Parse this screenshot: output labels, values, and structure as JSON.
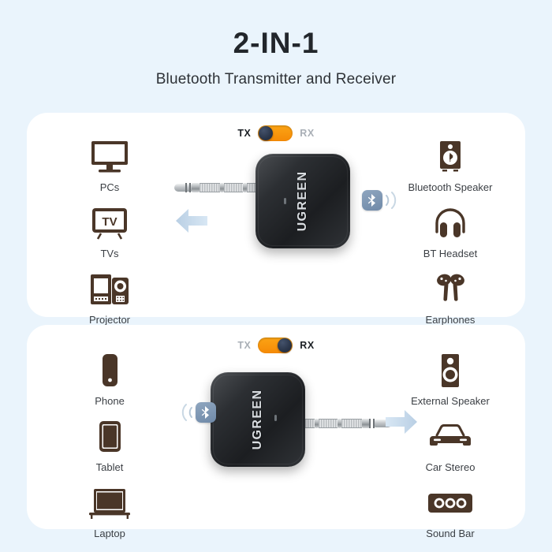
{
  "header": {
    "title": "2-IN-1",
    "subtitle": "Bluetooth Transmitter and Receiver"
  },
  "colors": {
    "page_background": "#eaf4fc",
    "panel_background": "#ffffff",
    "icon_brown": "#4a3628",
    "toggle_track_orange": "#f58a06",
    "toggle_knob_navy": "#2a3549",
    "bluetooth_blue": "#6f89a8",
    "arrow_blue_grey": "#c6d9ea",
    "title_text": "#22262b",
    "caption_text": "#3b3f44"
  },
  "panels": [
    {
      "id": "tx",
      "mode": "TX",
      "toggle": {
        "left_label": "TX",
        "right_label": "RX",
        "active_label": "TX",
        "knob_position": "left"
      },
      "device": {
        "brand": "UGREEN",
        "cable_side": "left",
        "arrow_direction": "left",
        "bluetooth_side": "right"
      },
      "sources": [
        {
          "label": "PCs",
          "icon": "monitor-icon"
        },
        {
          "label": "TVs",
          "icon": "tv-icon",
          "screen_text": "TV"
        },
        {
          "label": "Projector",
          "icon": "projector-camera-icon"
        }
      ],
      "outputs": [
        {
          "label": "Bluetooth Speaker",
          "icon": "bluetooth-speaker-icon"
        },
        {
          "label": "BT Headset",
          "icon": "headset-icon"
        },
        {
          "label": "Earphones",
          "icon": "earbuds-icon"
        }
      ]
    },
    {
      "id": "rx",
      "mode": "RX",
      "toggle": {
        "left_label": "TX",
        "right_label": "RX",
        "active_label": "RX",
        "knob_position": "right"
      },
      "device": {
        "brand": "UGREEN",
        "cable_side": "right",
        "arrow_direction": "right",
        "bluetooth_side": "left"
      },
      "sources": [
        {
          "label": "Phone",
          "icon": "phone-icon"
        },
        {
          "label": "Tablet",
          "icon": "tablet-icon"
        },
        {
          "label": "Laptop",
          "icon": "laptop-icon"
        }
      ],
      "outputs": [
        {
          "label": "External Speaker",
          "icon": "external-speaker-icon"
        },
        {
          "label": "Car Stereo",
          "icon": "car-icon"
        },
        {
          "label": "Sound Bar",
          "icon": "sound-bar-icon"
        }
      ]
    }
  ]
}
